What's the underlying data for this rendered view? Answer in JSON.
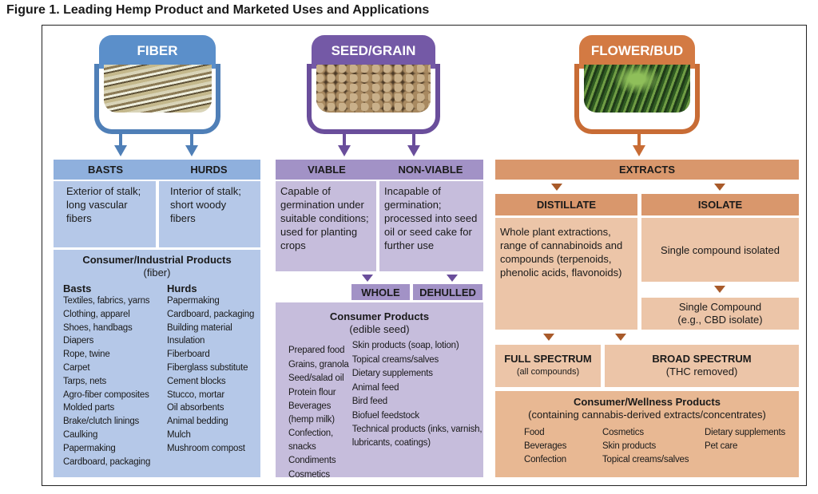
{
  "title": "Figure 1. Leading Hemp Product and Marketed Uses and Applications",
  "colors": {
    "fiber": "#5b8fca",
    "fiber_light": "#b5c8e8",
    "fiber_mid": "#8fb0dd",
    "seed": "#7459a6",
    "seed_light": "#c6bddc",
    "seed_mid": "#a292c6",
    "flower": "#d37a43",
    "flower_mid": "#d9976c",
    "flower_light": "#ecc5a8"
  },
  "fiber": {
    "tab": "FIBER",
    "image": "hemp-fiber-photo",
    "basts": "BASTS",
    "hurds": "HURDS",
    "basts_desc": "Exterior of stalk; long vascular fibers",
    "hurds_desc": "Interior of stalk; short woody fibers",
    "products_title": "Consumer/Industrial Products",
    "products_sub": "(fiber)",
    "basts_head": "Basts",
    "hurds_head": "Hurds",
    "basts_items": [
      "Textiles, fabrics, yarns",
      "Clothing, apparel",
      "Shoes, handbags",
      "Diapers",
      "Rope, twine",
      "Carpet",
      "Tarps, nets",
      "Agro-fiber composites",
      "Molded parts",
      "Brake/clutch linings",
      "Caulking",
      "Papermaking",
      "Cardboard, packaging"
    ],
    "hurds_items": [
      "Papermaking",
      "Cardboard, packaging",
      "Building material",
      "Insulation",
      "Fiberboard",
      "Fiberglass substitute",
      "Cement blocks",
      "Stucco, mortar",
      "Oil absorbents",
      "Animal bedding",
      "Mulch",
      "Mushroom compost"
    ]
  },
  "seed": {
    "tab": "SEED/GRAIN",
    "image": "hemp-seed-photo",
    "viable": "VIABLE",
    "nonviable": "NON-VIABLE",
    "viable_desc": "Capable of germination under suitable conditions; used for planting crops",
    "nonviable_desc": "Incapable of germination; processed into seed oil or seed cake for further use",
    "whole": "WHOLE",
    "dehulled": "DEHULLED",
    "products_title": "Consumer Products",
    "products_sub": "(edible seed)",
    "left_items": [
      "Prepared food",
      "Grains, granola",
      "Seed/salad oil",
      "Protein flour",
      "Beverages (hemp milk)",
      "Confection, snacks",
      "Condiments",
      "Cosmetics"
    ],
    "right_items": [
      "Skin products (soap, lotion)",
      "Topical creams/salves",
      "Dietary supplements",
      "Animal feed",
      "Bird feed",
      "Biofuel feedstock",
      "Technical products (inks, varnish, lubricants, coatings)"
    ]
  },
  "flower": {
    "tab": "FLOWER/BUD",
    "image": "hemp-plant-photo",
    "extracts": "EXTRACTS",
    "distillate": "DISTILLATE",
    "isolate": "ISOLATE",
    "distillate_desc": "Whole plant extractions, range of cannabinoids and compounds (terpenoids, phenolic acids, flavonoids)",
    "isolate_desc": "Single compound isolated",
    "single_title": "Single Compound",
    "single_sub": "(e.g., CBD isolate)",
    "full_title": "FULL SPECTRUM",
    "full_sub": "(all compounds)",
    "broad_title": "BROAD SPECTRUM",
    "broad_sub": "(THC removed)",
    "products_title": "Consumer/Wellness Products",
    "products_sub": "(containing cannabis-derived extracts/concentrates)",
    "col1": [
      "Food",
      "Beverages",
      "Confection"
    ],
    "col2": [
      "Cosmetics",
      "Skin products",
      "Topical creams/salves"
    ],
    "col3": [
      "Dietary supplements",
      "Pet care"
    ]
  }
}
